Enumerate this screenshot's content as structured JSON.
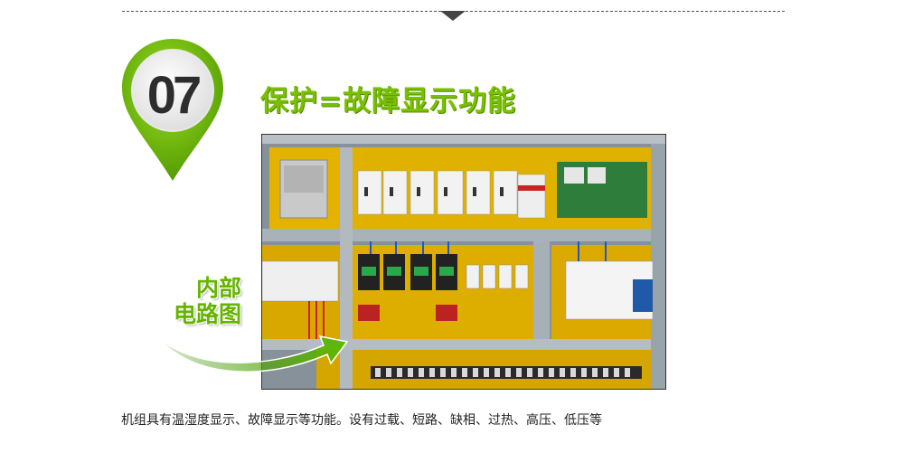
{
  "section": {
    "number": "07",
    "title": "保护=故障显示功能",
    "callout_line1": "内部",
    "callout_line2": "电路图",
    "caption": "机组具有温湿度显示、故障显示等功能。设有过载、短路、缺相、过热、高压、低压等"
  },
  "colors": {
    "accent_green": "#7ac000",
    "badge_dark_green": "#4f9600",
    "divider": "#555555",
    "text": "#222222",
    "panel_yellow": "#e5b400"
  },
  "icons": {
    "section_marker": "map-pin-icon",
    "pointer": "curved-arrow-icon"
  }
}
